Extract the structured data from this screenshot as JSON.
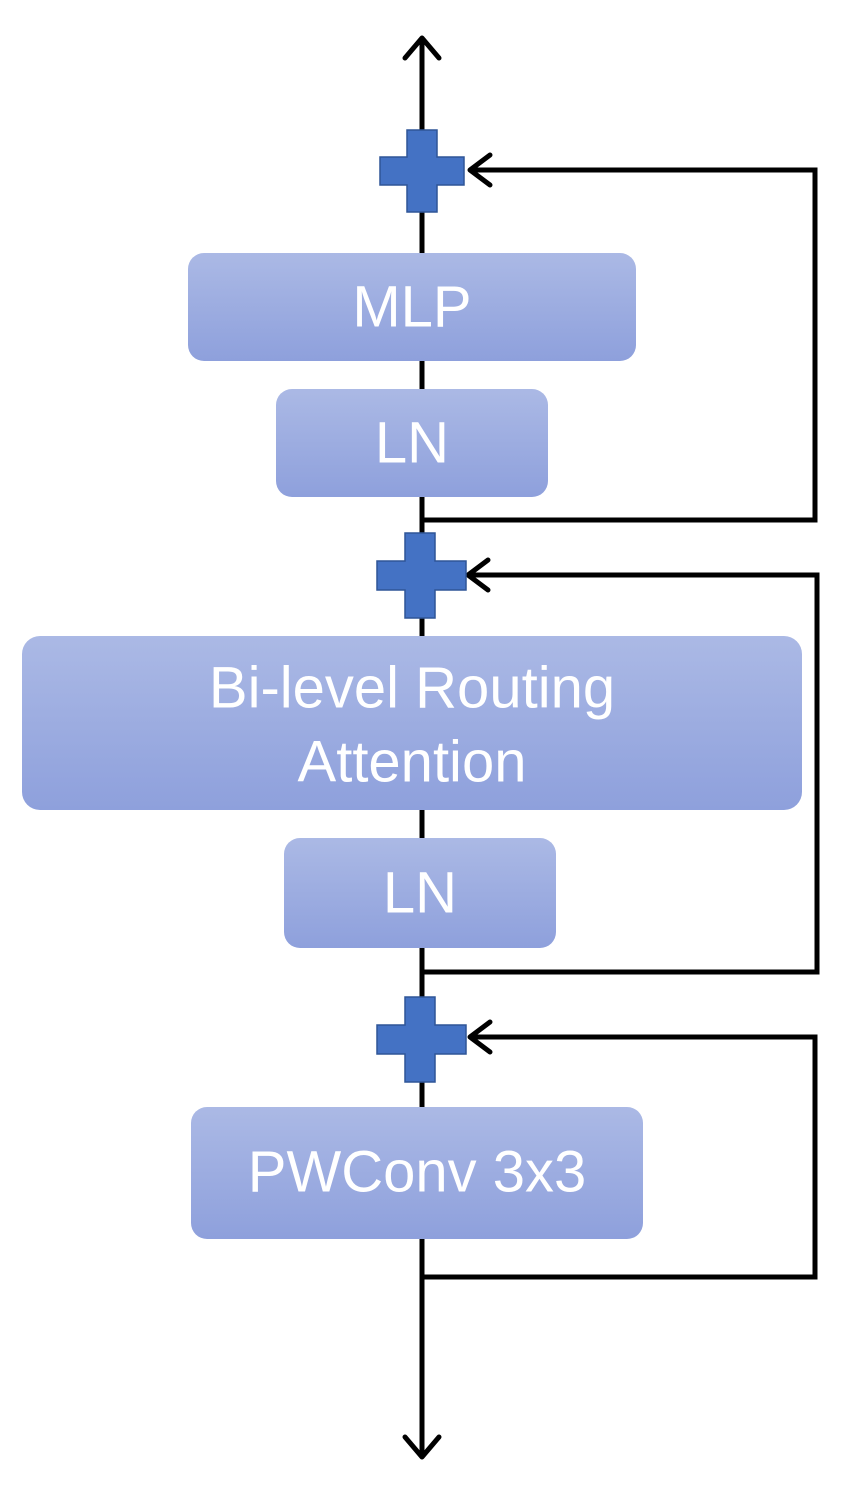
{
  "colors": {
    "block_top": "#abb9e5",
    "block_bottom": "#8ea0dc",
    "plus": "#4472c4",
    "line": "#000000",
    "text": "#ffffff"
  },
  "blocks": {
    "mlp": "MLP",
    "ln_top": "LN",
    "attention_line1": "Bi-level Routing",
    "attention_line2": "Attention",
    "ln_bottom": "LN",
    "pwconv": "PWConv 3x3"
  }
}
